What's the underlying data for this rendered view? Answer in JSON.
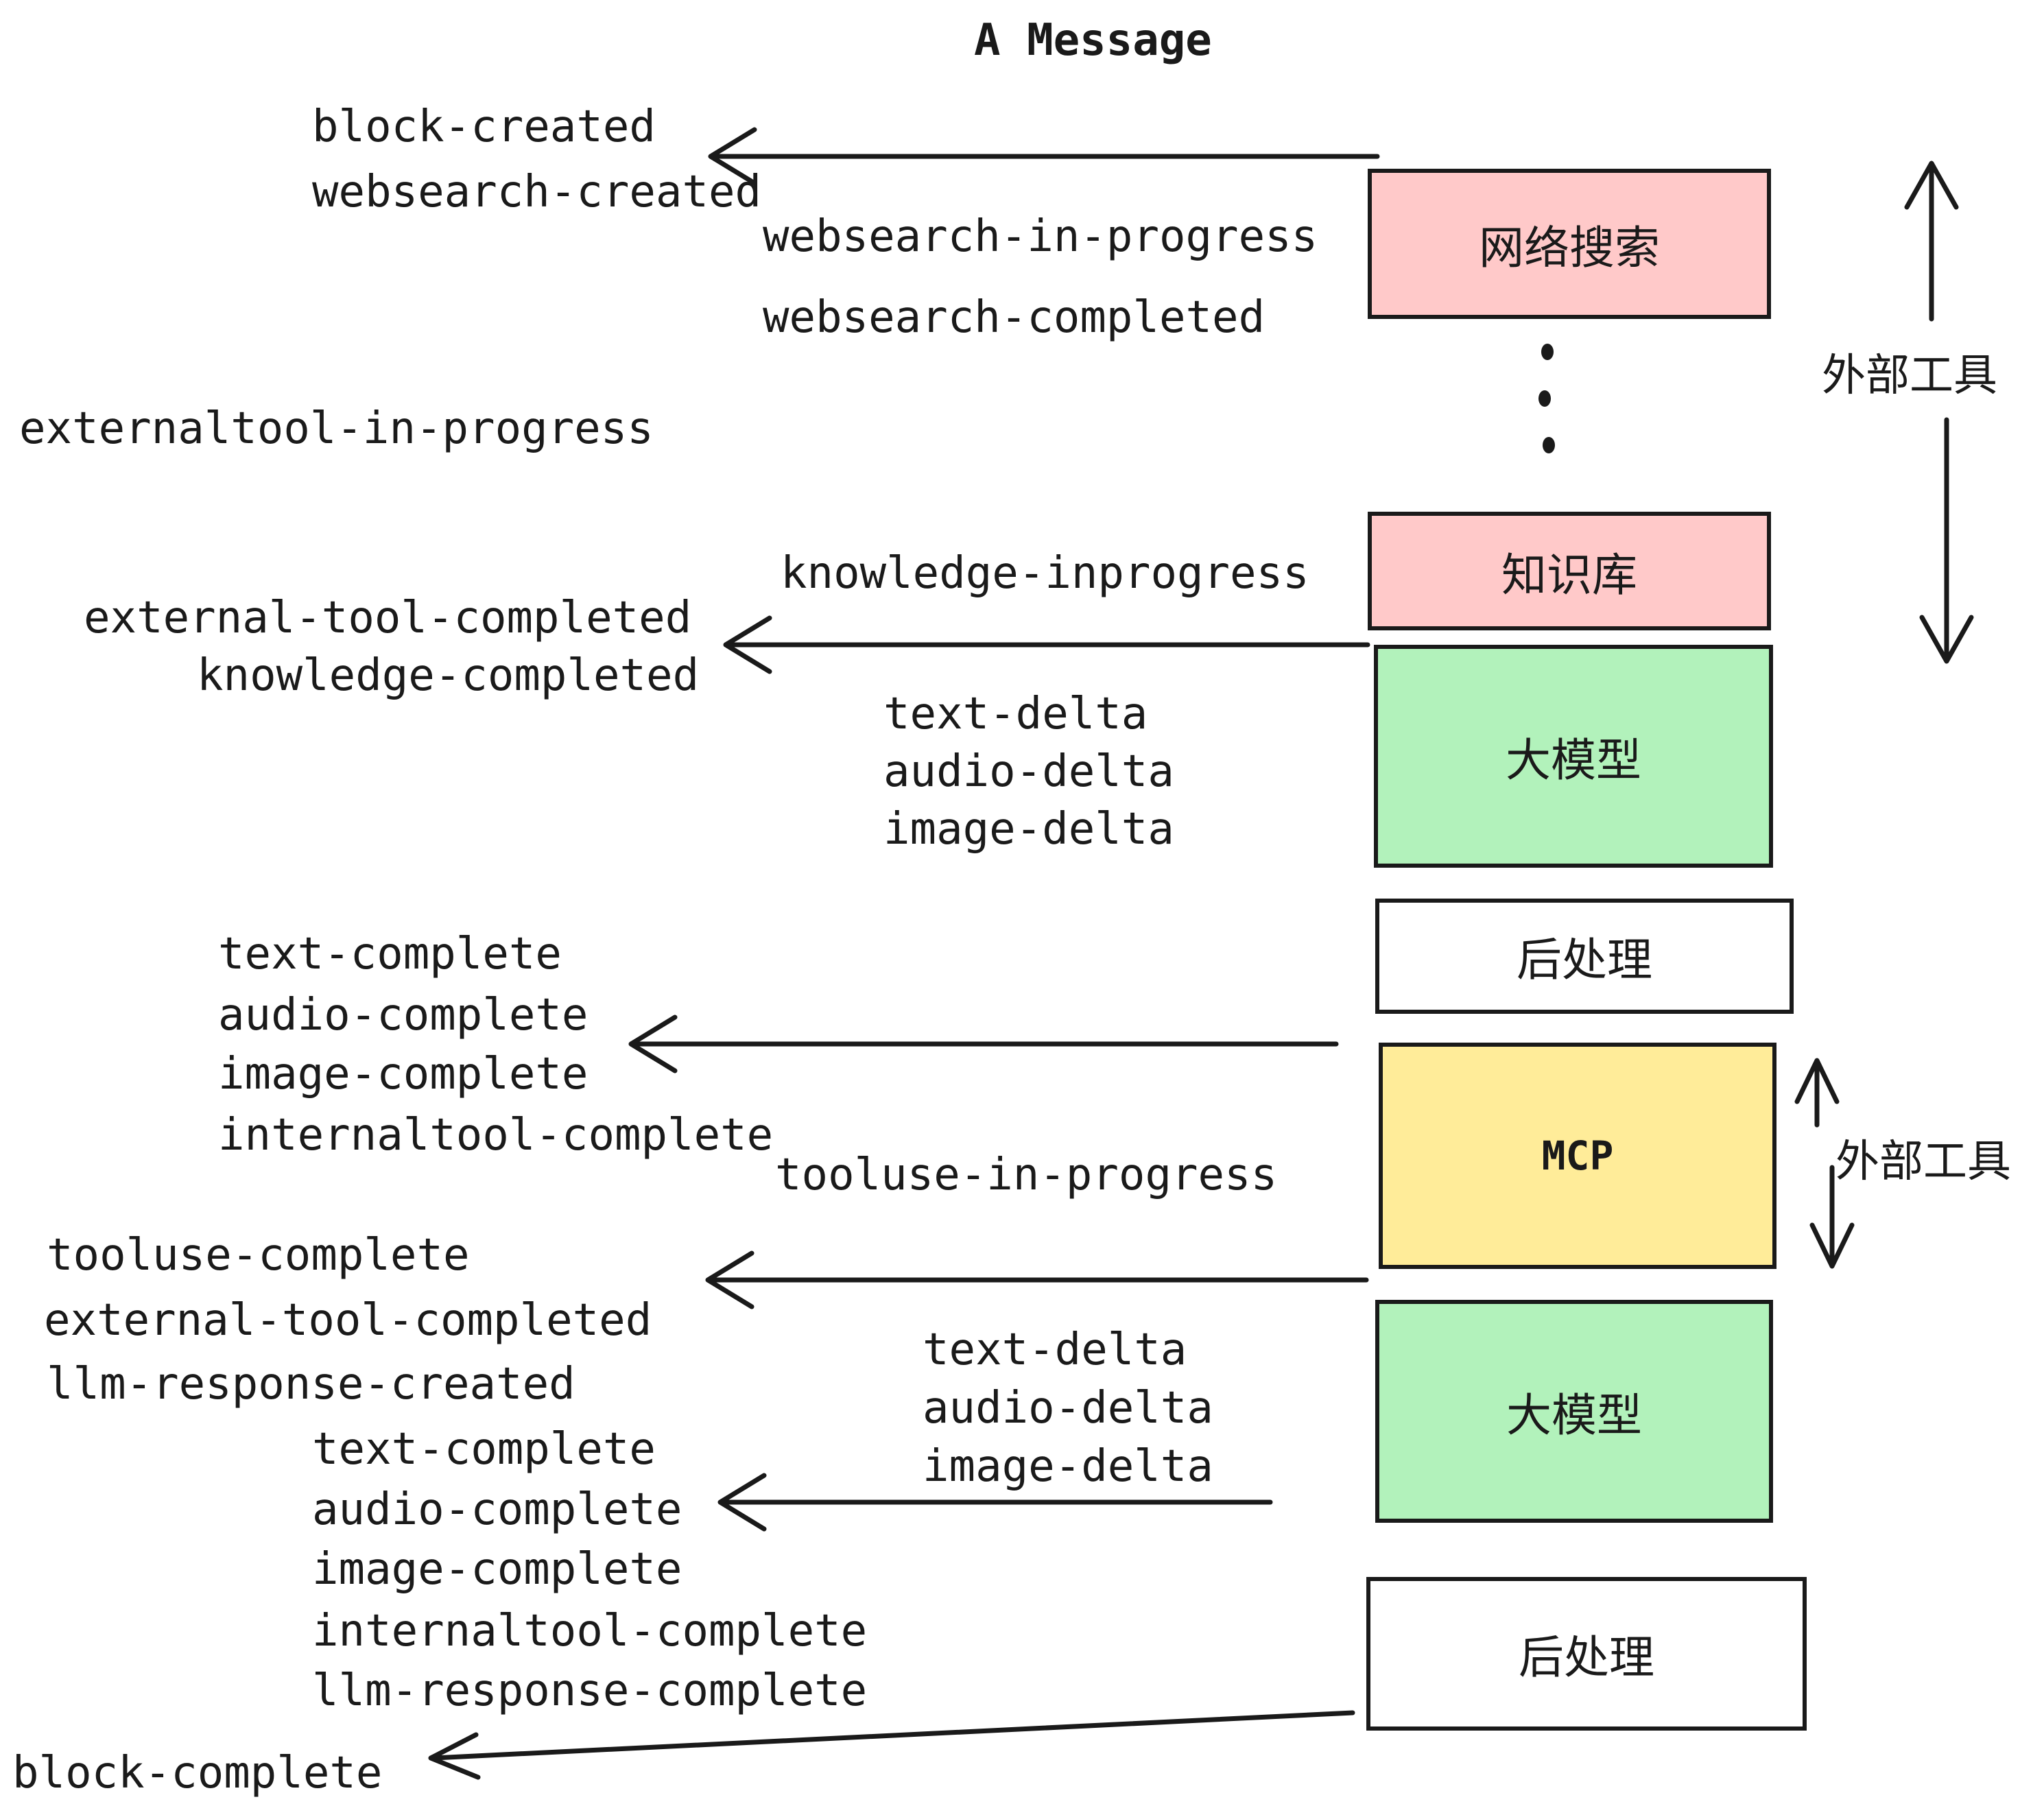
{
  "title": "A Message",
  "colors": {
    "ink": "#1a1a1a",
    "pink": "#ffc9c9",
    "green": "#b2f2bb",
    "yellow": "#ffec99",
    "white": "#ffffff"
  },
  "icons": {
    "ellipsis_dots": "vertical-ellipsis",
    "arrows": "hand-drawn open arrowheads"
  },
  "events": {
    "block_created": "block-created",
    "websearch_created": "websearch-created",
    "websearch_in_progress": "websearch-in-progress",
    "websearch_completed": "websearch-completed",
    "externaltool_in_progress": "externaltool-in-progress",
    "knowledge_inprogress": "knowledge-inprogress",
    "external_tool_completed": "external-tool-completed",
    "knowledge_completed": "knowledge-completed",
    "text_delta": "text-delta",
    "audio_delta": "audio-delta",
    "image_delta": "image-delta",
    "text_complete": "text-complete",
    "audio_complete": "audio-complete",
    "image_complete": "image-complete",
    "internaltool_complete": "internaltool-complete",
    "tooluse_in_progress": "tooluse-in-progress",
    "tooluse_complete": "tooluse-complete",
    "llm_response_created": "llm-response-created",
    "llm_response_complete": "llm-response-complete",
    "block_complete": "block-complete"
  },
  "boxes": {
    "websearch": {
      "label": "网络搜索"
    },
    "knowledge": {
      "label": "知识库"
    },
    "llm": {
      "label": "大模型"
    },
    "postprocess": {
      "label": "后处理"
    },
    "mcp": {
      "label": "MCP"
    }
  },
  "side_labels": {
    "external_tools": "外部工具"
  }
}
